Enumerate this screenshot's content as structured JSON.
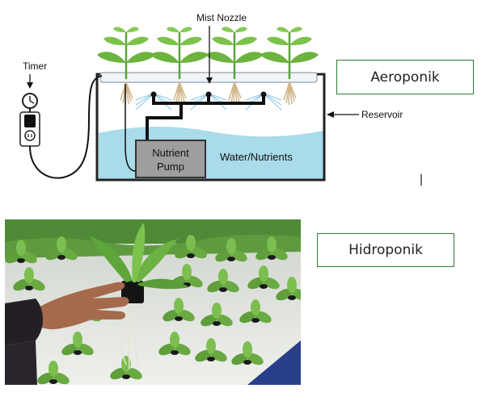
{
  "aeroponic": {
    "labels": {
      "mist_nozzle": "Mist Nozzle",
      "timer": "Timer",
      "reservoir": "Reservoir",
      "nutrient_pump_line1": "Nutrient",
      "nutrient_pump_line2": "Pump",
      "water_nutrients": "Water/Nutrients"
    },
    "caption": "Aeroponik",
    "colors": {
      "water": "#a9dbe9",
      "tank_stroke": "#222222",
      "pump_fill": "#9e9e9e",
      "leaf": "#6db33f"
    }
  },
  "hydroponic": {
    "caption": "Hidroponik"
  }
}
